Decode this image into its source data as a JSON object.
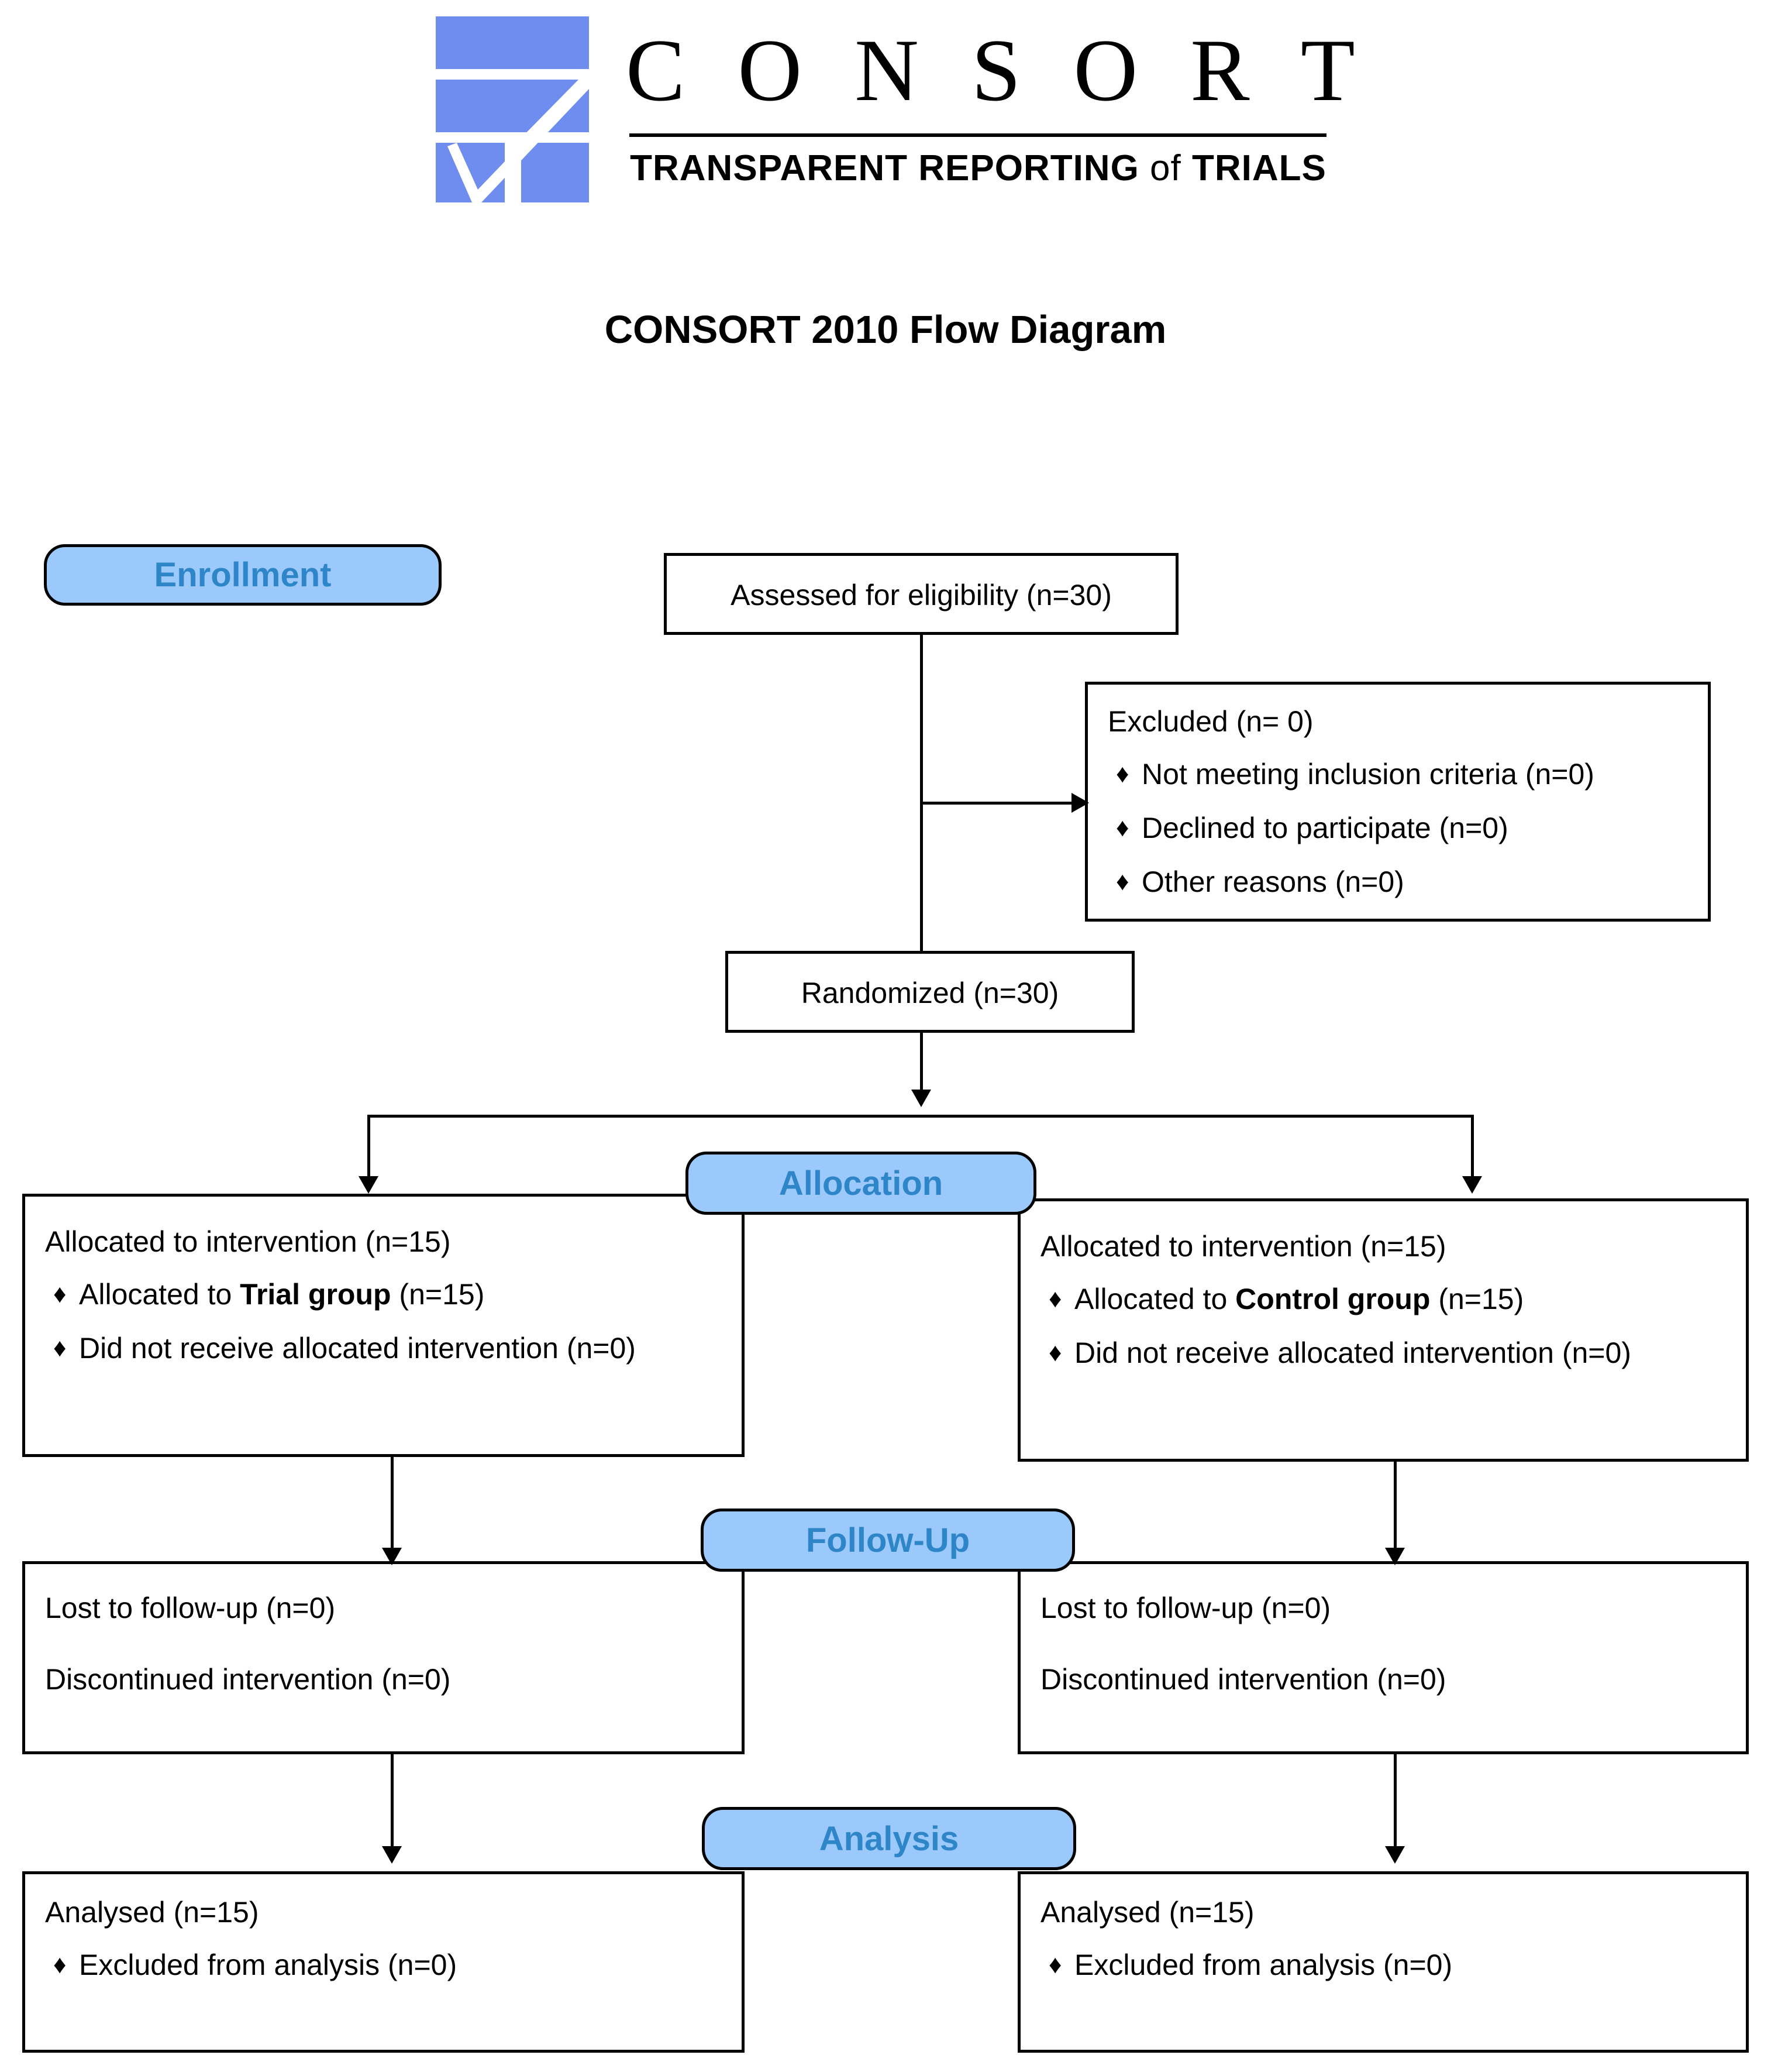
{
  "logo": {
    "wordmark": "C O N S O R T",
    "tagline_main": "TRANSPARENT REPORTING",
    "tagline_of": "of",
    "tagline_end": "TRIALS",
    "mark_color": "#6E8DEE"
  },
  "title": "CONSORT 2010 Flow Diagram",
  "colors": {
    "badge_fill": "#9BC9FB",
    "badge_text": "#2E86C8",
    "line": "#000000",
    "box_border": "#000000",
    "page_background": "#FFFFFF"
  },
  "stages": {
    "enrollment": "Enrollment",
    "allocation": "Allocation",
    "followup": "Follow-Up",
    "analysis": "Analysis"
  },
  "enrollment": {
    "assessed": "Assessed for eligibility (n=30)",
    "excluded_heading": "Excluded (n= 0)",
    "excluded_reasons": [
      "Not meeting inclusion criteria (n=0)",
      "Declined to participate (n=0)",
      "Other reasons (n=0)"
    ],
    "randomized": "Randomized (n=30)"
  },
  "allocation": {
    "left": {
      "heading": "Allocated to intervention (n=15)",
      "items": [
        {
          "pre": "Allocated to ",
          "strong": "Trial group",
          "post": " (n=15)"
        },
        {
          "pre": "Did not receive allocated intervention (n=0)",
          "strong": "",
          "post": ""
        }
      ]
    },
    "right": {
      "heading": "Allocated to intervention (n=15)",
      "items": [
        {
          "pre": "Allocated to ",
          "strong": "Control group",
          "post": " (n=15)"
        },
        {
          "pre": "Did not receive allocated intervention (n=0)",
          "strong": "",
          "post": ""
        }
      ]
    }
  },
  "followup": {
    "left": {
      "line1": "Lost to follow-up (n=0)",
      "line2": "Discontinued intervention (n=0)"
    },
    "right": {
      "line1": "Lost to follow-up (n=0)",
      "line2": "Discontinued intervention (n=0)"
    }
  },
  "analysis": {
    "left": {
      "heading": "Analysed (n=15)",
      "bullet": "Excluded from analysis (n=0)"
    },
    "right": {
      "heading": "Analysed (n=15)",
      "bullet": "Excluded from analysis (n=0)"
    }
  },
  "icons": {
    "bullet_diamond": "♦"
  }
}
